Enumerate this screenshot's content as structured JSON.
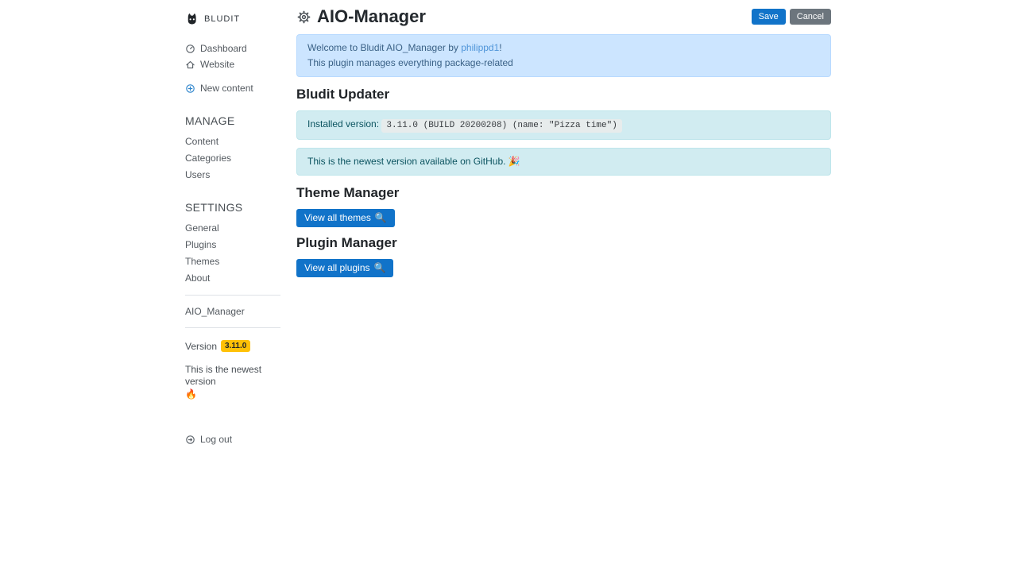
{
  "colors": {
    "accent_blue": "#1173c9",
    "link_blue": "#4f95d9",
    "alert_primary_bg": "#cce5ff",
    "alert_info_bg": "#d1ecf1",
    "badge_warning_bg": "#ffc107",
    "cancel_gray": "#6c757d"
  },
  "sidebar": {
    "brand": "BLUDIT",
    "top_links": [
      {
        "label": "Dashboard",
        "icon": "dashboard-icon"
      },
      {
        "label": "Website",
        "icon": "home-icon"
      },
      {
        "label": "New content",
        "icon": "plus-circle-icon"
      }
    ],
    "sections": [
      {
        "header": "MANAGE",
        "items": [
          {
            "label": "Content"
          },
          {
            "label": "Categories"
          },
          {
            "label": "Users"
          }
        ]
      },
      {
        "header": "SETTINGS",
        "items": [
          {
            "label": "General"
          },
          {
            "label": "Plugins"
          },
          {
            "label": "Themes"
          },
          {
            "label": "About"
          }
        ]
      }
    ],
    "plugin_link": "AIO_Manager",
    "version_label": "Version",
    "version_value": "3.11.0",
    "newest_text": "This is the newest version",
    "fire_emoji": "🔥",
    "logout": "Log out"
  },
  "header": {
    "title": "AIO-Manager",
    "save": "Save",
    "cancel": "Cancel"
  },
  "main": {
    "welcome_line1_prefix": "Welcome to Bludit AIO_Manager by ",
    "welcome_author": "philippd1",
    "welcome_line1_suffix": "!",
    "welcome_line2": "This plugin manages everything package-related",
    "updater_heading": "Bludit Updater",
    "installed_label": "Installed version:",
    "installed_version": "3.11.0 (BUILD 20200208) (name: \"Pizza time\")",
    "newest_message": "This is the newest version available on GitHub.",
    "party_emoji": "🎉",
    "theme_heading": "Theme Manager",
    "theme_button": "View all themes",
    "plugin_heading": "Plugin Manager",
    "plugin_button": "View all plugins",
    "search_emoji": "🔍"
  }
}
